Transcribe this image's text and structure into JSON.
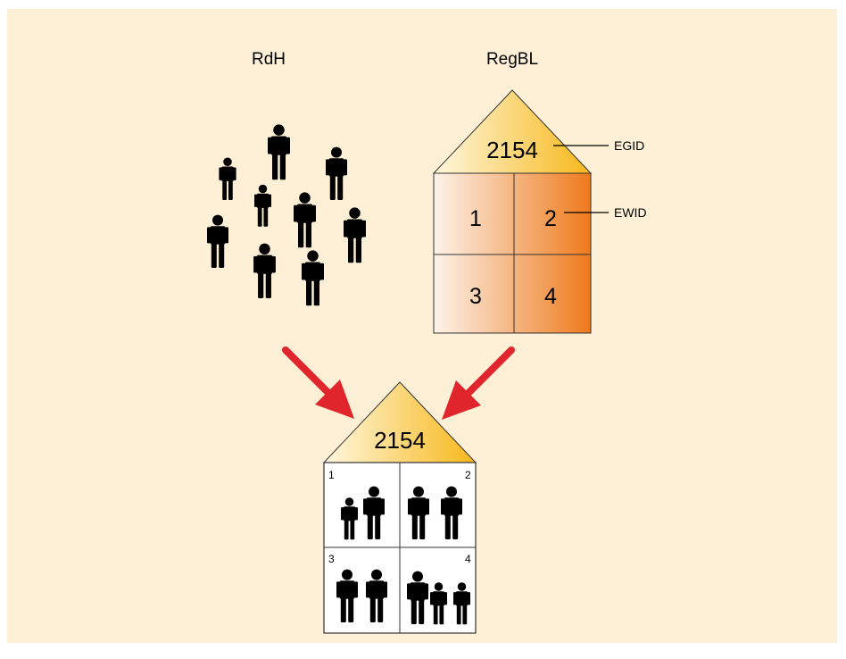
{
  "colors": {
    "panel_background": "#fdf0d6",
    "roof_light": "#fff7df",
    "roof_dark": "#f7b81a",
    "room_light": "#fdf3ea",
    "room_dark": "#ee7a1c",
    "arrow": "#e0262c",
    "figure": "#000000"
  },
  "labels": {
    "people_group": "RdH",
    "building_register": "RegBL",
    "building_id": "EGID",
    "dwelling_id": "EWID"
  },
  "register_building": {
    "number": "2154",
    "dwellings": [
      "1",
      "2",
      "3",
      "4"
    ]
  },
  "merged_building": {
    "number": "2154",
    "dwellings": [
      {
        "number": "1",
        "occupants": 2
      },
      {
        "number": "2",
        "occupants": 2
      },
      {
        "number": "3",
        "occupants": 2
      },
      {
        "number": "4",
        "occupants": 3
      }
    ]
  },
  "icons": {
    "person": "person-icon",
    "arrow": "red-arrow-icon"
  }
}
